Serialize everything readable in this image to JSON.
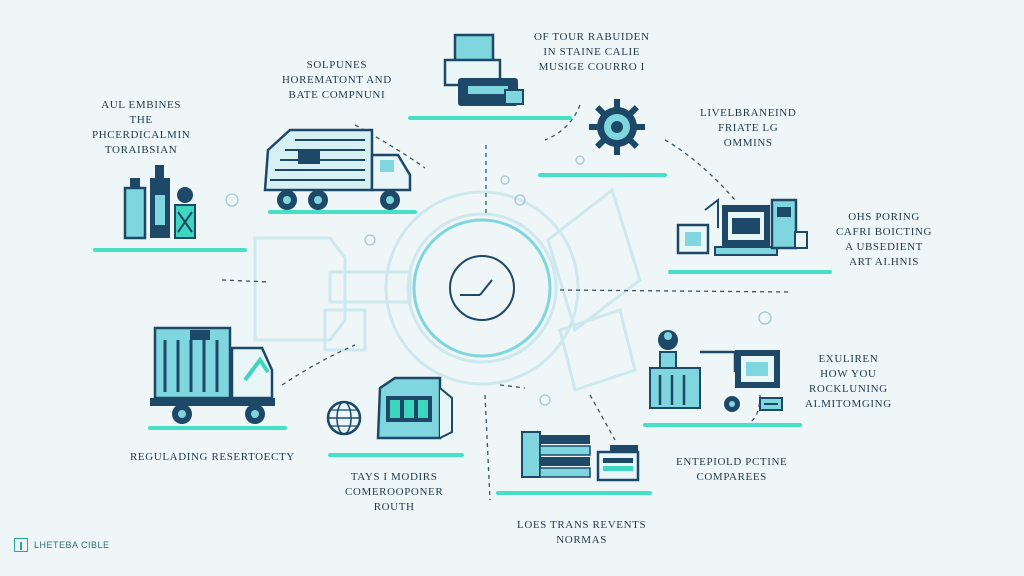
{
  "colors": {
    "navy": "#1d4868",
    "teal": "#3fd6c0",
    "cyan": "#7fd6de",
    "pale": "#c9e9ee",
    "background": "#eef6f8"
  },
  "nodes": [
    {
      "id": "top-left",
      "lines": [
        "SOLPUNES",
        "HOREMATONT AND",
        "BATE COMPNUNI"
      ]
    },
    {
      "id": "top-center",
      "lines": [
        "OF TOUR RABUIDEN",
        "IN STAINE CALIE",
        "MUSIGE COURRO I"
      ]
    },
    {
      "id": "left",
      "lines": [
        "AUL EMBINES",
        "THE",
        "PHCERDICALMIN",
        "TORAIBSIAN"
      ]
    },
    {
      "id": "right-upper",
      "lines": [
        "LIVELBRANEIND",
        "FRIATE LG",
        "OMMINS"
      ]
    },
    {
      "id": "right",
      "lines": [
        "OHS PORING",
        "CAFRI BOICTING",
        "A UBSEDIENT",
        "ART AI.HNIS"
      ]
    },
    {
      "id": "right-lower",
      "lines": [
        "EXULIREN",
        "HOW YOU",
        "ROCKLUNING",
        "AI.MITOMGING"
      ]
    },
    {
      "id": "bottom-left",
      "lines": [
        "REGULADING RESERTOECTY"
      ]
    },
    {
      "id": "bottom-center-left",
      "lines": [
        "TAYS I MODIRS",
        "COMEROOPONER",
        "ROUTH"
      ]
    },
    {
      "id": "bottom-right",
      "lines": [
        "ENTEPIOLD PCTINE",
        "COMPAREES"
      ]
    },
    {
      "id": "bottom-center",
      "lines": [
        "LOES TRANS REVENTS",
        "NORMAS"
      ]
    }
  ],
  "icons": [
    "hub-clock-icon",
    "machine-printer-icon",
    "gear-icon",
    "delivery-truck-icon",
    "bottles-chemicals-icon",
    "computer-workstation-icon",
    "cargo-truck-icon",
    "globe-icon",
    "storefront-icon",
    "server-stack-icon",
    "factory-network-icon"
  ],
  "footer": {
    "text": "LHETEBA CIBLE"
  }
}
